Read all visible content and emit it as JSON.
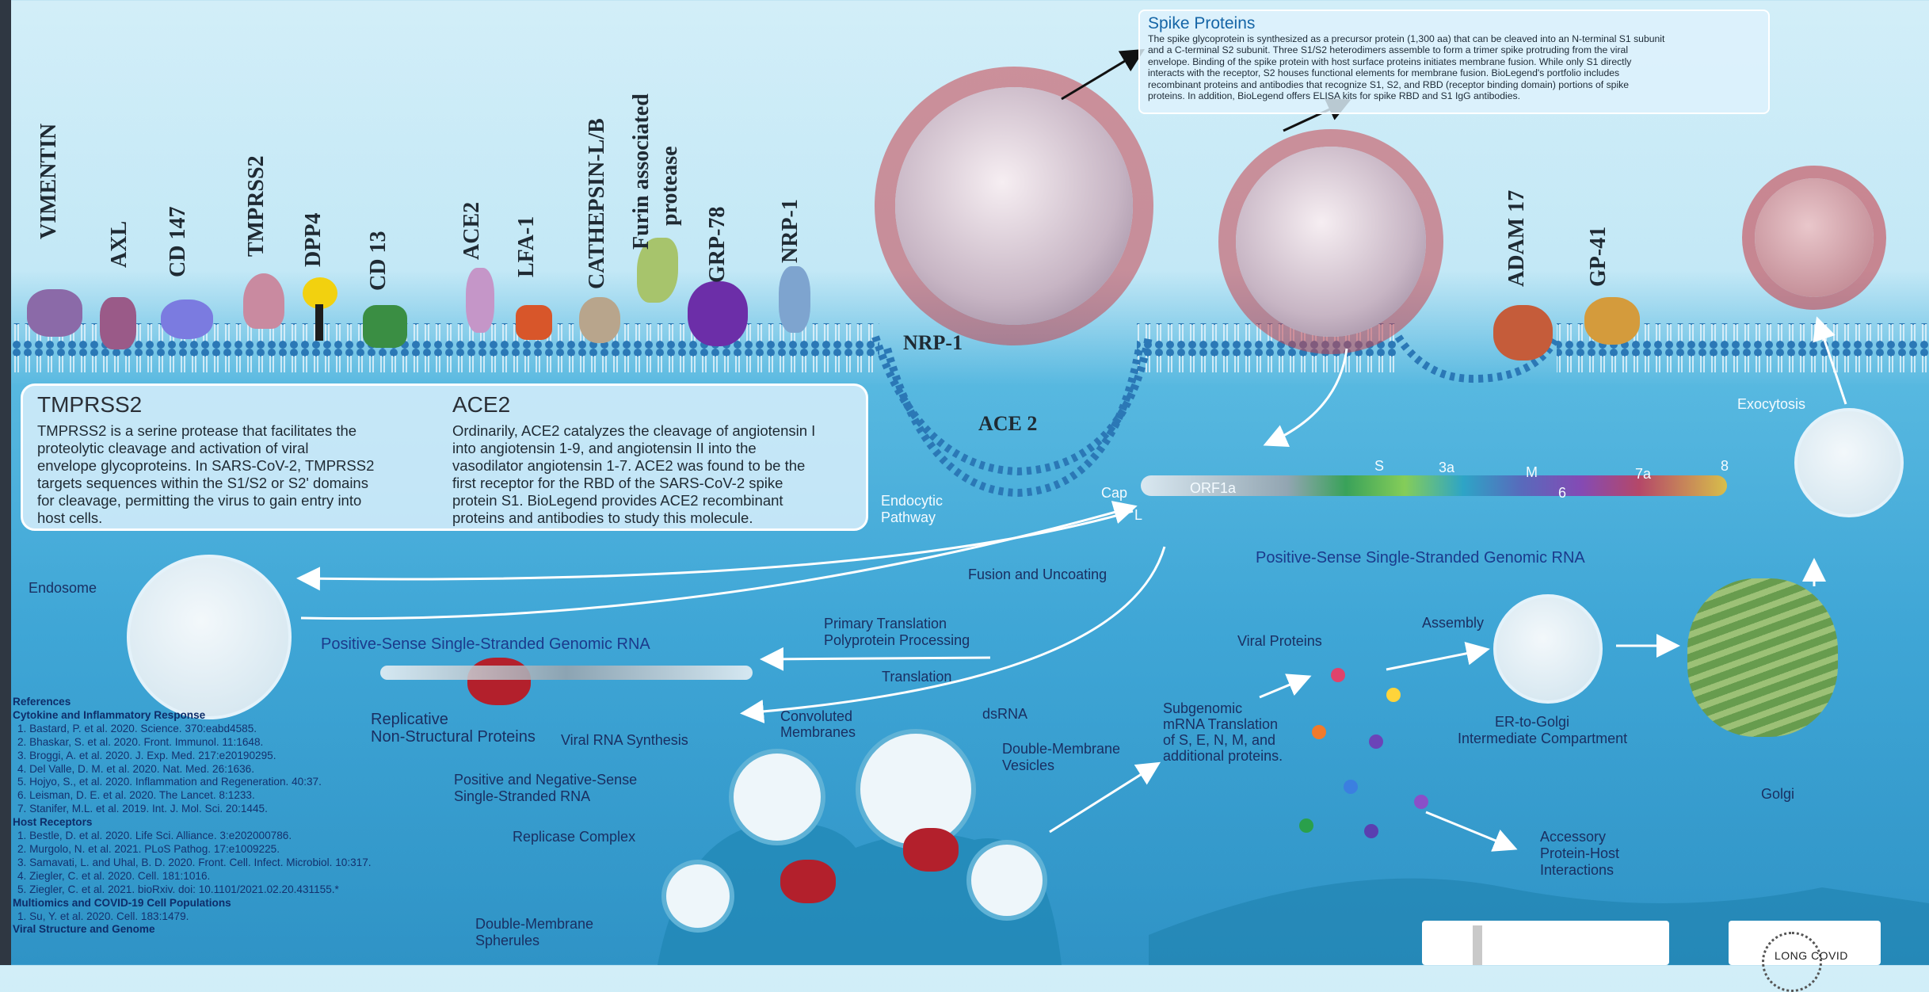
{
  "receptors": [
    {
      "label": "VIMENTIN"
    },
    {
      "label": "AXL"
    },
    {
      "label": "CD 147"
    },
    {
      "label": "TMPRSS2"
    },
    {
      "label": "DPP4"
    },
    {
      "label": "CD 13"
    },
    {
      "label": "ACE2"
    },
    {
      "label": "LFA-1"
    },
    {
      "label": "CATHEPSIN-L/B"
    },
    {
      "label": "Furin associated"
    },
    {
      "label": "protease"
    },
    {
      "label": "GRP-78"
    },
    {
      "label": "NRP-1"
    },
    {
      "label": "ADAM 17"
    },
    {
      "label": "GP-41"
    }
  ],
  "spike_box": {
    "title": "Spike Proteins",
    "lines": [
      "The spike glycoprotein is synthesized as a precursor protein (1,300 aa) that can be cleaved into an N-terminal S1 subunit",
      "and a C-terminal S2 subunit. Three S1/S2 heterodimers assemble to form a trimer spike protruding from the viral",
      "envelope. Binding of the spike protein with host surface proteins initiates membrane fusion. While only S1 directly",
      "interacts with the receptor, S2 houses functional elements for membrane fusion. BioLegend's portfolio includes",
      "recombinant proteins and antibodies that recognize S1, S2, and RBD (receptor binding domain) portions of spike",
      "proteins. In addition, BioLegend offers ELISA kits for spike RBD and S1 IgG antibodies."
    ]
  },
  "tmprss2_box": {
    "title": "TMPRSS2",
    "lines": [
      "TMPRSS2 is a serine protease that facilitates the",
      "proteolytic cleavage and activation of viral",
      "envelope glycoproteins. In SARS-CoV-2, TMPRSS2",
      "targets sequences within the  S1/S2 or S2' domains",
      "for cleavage, permitting the virus to gain entry into",
      "host cells."
    ]
  },
  "ace2_box": {
    "title": "ACE2",
    "lines": [
      "Ordinarily, ACE2 catalyzes the cleavage of angiotensin I",
      "into angiotensin 1-9, and angiotensin II into the",
      "vasodilator angiotensin 1-7. ACE2 was found to be the",
      "first receptor for the RBD of the SARS-CoV-2 spike",
      "protein S1. BioLegend provides ACE2 recombinant",
      "proteins and antibodies to study this molecule."
    ]
  },
  "labels": {
    "nrp1_pit": "NRP-1",
    "ace2_pit": "ACE 2",
    "endocytic": "Endocytic",
    "pathway": "Pathway",
    "cap": "Cap",
    "l": "L",
    "orf1a": "ORF1a",
    "g_s": "S",
    "g_3a": "3a",
    "g_m": "M",
    "g_6": "6",
    "g_7a": "7a",
    "g_8": "8",
    "genomic_rna_right": "Positive-Sense Single-Stranded Genomic RNA",
    "exocytosis": "Exocytosis",
    "endosome": "Endosome",
    "fusion": "Fusion and Uncoating",
    "primary_translation": "Primary Translation",
    "polyprotein": "Polyprotein Processing",
    "translation": "Translation",
    "genomic_rna_left": "Positive-Sense Single-Stranded Genomic RNA",
    "viral_proteins": "Viral Proteins",
    "assembly": "Assembly",
    "er_golgi_1": "ER-to-Golgi",
    "er_golgi_2": "Intermediate Compartment",
    "golgi": "Golgi",
    "replicative_1": "Replicative",
    "replicative_2": "Non-Structural Proteins",
    "viral_rna_synth": "Viral RNA Synthesis",
    "convoluted_1": "Convoluted",
    "convoluted_2": "Membranes",
    "dsrna": "dsRNA",
    "dmv_1": "Double-Membrane",
    "dmv_2": "Vesicles",
    "pos_neg_1": "Positive and Negative-Sense",
    "pos_neg_2": "Single-Stranded RNA",
    "replicase": "Replicase Complex",
    "subgenomic_1": "Subgenomic",
    "subgenomic_2": "mRNA Translation",
    "subgenomic_3": "of S, E, N, M, and",
    "subgenomic_4": "additional proteins.",
    "accessory_1": "Accessory",
    "accessory_2": "Protein-Host",
    "accessory_3": "Interactions",
    "dms_1": "Double-Membrane",
    "dms_2": "Spherules"
  },
  "references": {
    "heading": "References",
    "groups": [
      {
        "title": "Cytokine and Inflammatory Response",
        "items": [
          "1. Bastard, P. et al. 2020. Science. 370:eabd4585.",
          "2. Bhaskar, S. et al. 2020. Front. Immunol. 11:1648.",
          "3. Broggi, A. et al. 2020. J. Exp. Med. 217:e20190295.",
          "4. Del Valle, D. M. et al. 2020. Nat. Med. 26:1636.",
          "5. Hojyo, S., et al. 2020. Inflammation and Regeneration. 40:37.",
          "6. Leisman, D. E. et al. 2020. The Lancet. 8:1233.",
          "7. Stanifer, M.L. et al. 2019. Int. J. Mol. Sci. 20:1445."
        ]
      },
      {
        "title": "Host Receptors",
        "items": [
          "1. Bestle, D. et al. 2020. Life Sci. Alliance. 3:e202000786.",
          "2. Murgolo, N. et al. 2021. PLoS Pathog. 17:e1009225.",
          "3. Samavati, L. and Uhal, B. D. 2020. Front. Cell. Infect. Microbiol. 10:317.",
          "4. Ziegler, C. et al. 2020. Cell. 181:1016.",
          "5. Ziegler, C. et al. 2021. bioRxiv. doi: 10.1101/2021.02.20.431155.*"
        ]
      },
      {
        "title": "Multiomics and COVID-19 Cell Populations",
        "items": [
          "1. Su, Y. et al. 2020. Cell. 183:1479."
        ]
      },
      {
        "title": "Viral Structure and Genome",
        "items": []
      }
    ]
  },
  "logo_right": "LONG COVID",
  "colors": {
    "spike": "#c8444f",
    "membrane_head": "#2e7ab8",
    "box_border": "#ffffff",
    "text_dark": "#1a2f62"
  }
}
